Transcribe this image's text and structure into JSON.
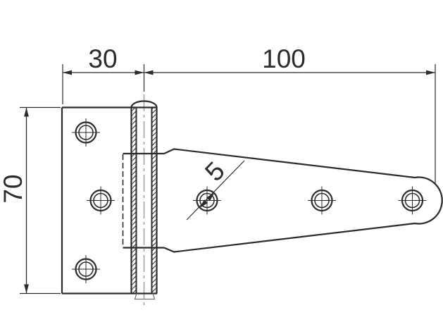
{
  "drawing": {
    "colors": {
      "line": "#2b2b2b",
      "centerline": "#9a9a9a",
      "thin": "#777777",
      "background": "#ffffff"
    },
    "dimensions": {
      "plate_width": "30",
      "strap_length": "100",
      "plate_height": "70",
      "hole_diameter": "5"
    }
  }
}
